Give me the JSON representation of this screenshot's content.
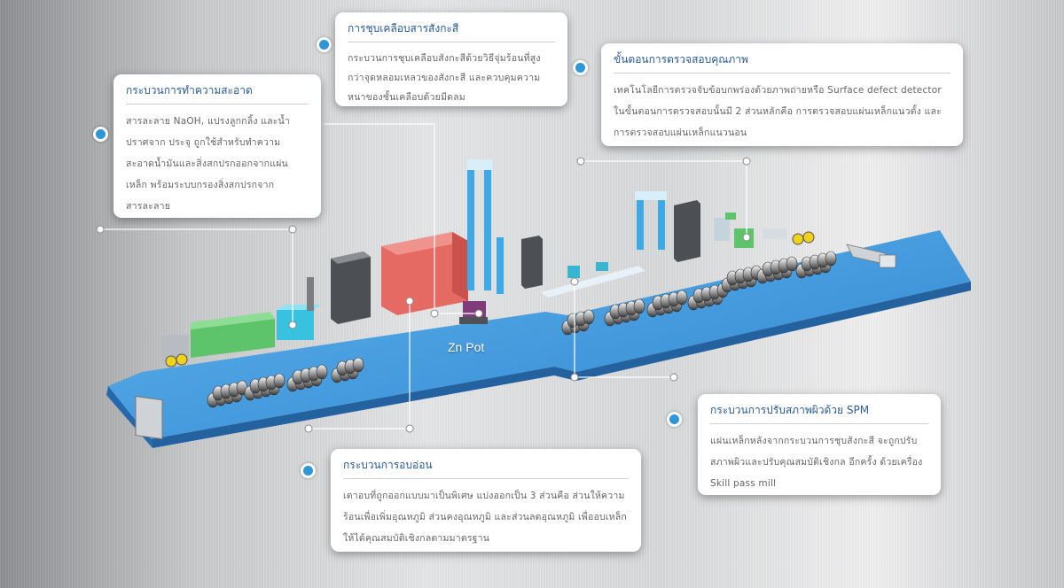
{
  "zn_pot_label": "Zn Pot",
  "colors": {
    "accent_blue": "#2f96d8",
    "floor": "#3e96dc",
    "title_text": "#2a5c95"
  },
  "cards": {
    "cleaning": {
      "title": "กระบวนการทำความสะอาด",
      "body": "สารละลาย NaOH, แปรงลูกกลิ้ง และน้ำปราศจาก ประจุ ถูกใช้สำหรับทำความสะอาดน้ำมันและสิ่งสกปรกออกจากแผ่นเหล็ก พร้อมระบบกรองสิ่งสกปรกจากสารละลาย"
    },
    "coating": {
      "title": "การชุบเคลือบสารสังกะสี",
      "body": "กระบวนการชุบเคลือบสังกะสีด้วยวิธีจุ่มร้อนที่สูงกว่าจุดหลอมเหลวของสังกะสี และควบคุมความหนาของชั้นเคลือบด้วยมีดลม"
    },
    "inspection": {
      "title": "ขั้นตอนการตรวจสอบคุณภาพ",
      "body": "เทคโนโลยีการตรวจจับข้อบกพร่องด้วยภาพถ่ายหรือ Surface defect detector ในขั้นตอนการตรวจสอบนั้นมี 2 ส่วนหลักคือ การตรวจสอบแผ่นเหล็กแนวตั้ง และ การตรวจสอบแผ่นเหล็กแนวนอน"
    },
    "annealing": {
      "title": "กระบวนการอบอ่อน",
      "body": "เตาอบที่ถูกออกแบบมาเป็นพิเศษ แบ่งออกเป็น 3 ส่วนคือ ส่วนให้ความร้อนเพื่อเพิ่มอุณหภูมิ ส่วนคงอุณหภูมิ และส่วนลดอุณหภูมิ เพื่ออบเหล็กให้ได้คุณสมบัติเชิงกลตามมาตรฐาน"
    },
    "spm": {
      "title": "กระบวนการปรับสภาพผิวด้วย SPM",
      "body": "แผ่นเหล็กหลังจากกระบวนการชุบสังกะสี จะถูกปรับสภาพผิวและปรับคุณสมบัติเชิงกล อีกครั้ง ด้วยเครื่อง Skill pass mill"
    }
  }
}
